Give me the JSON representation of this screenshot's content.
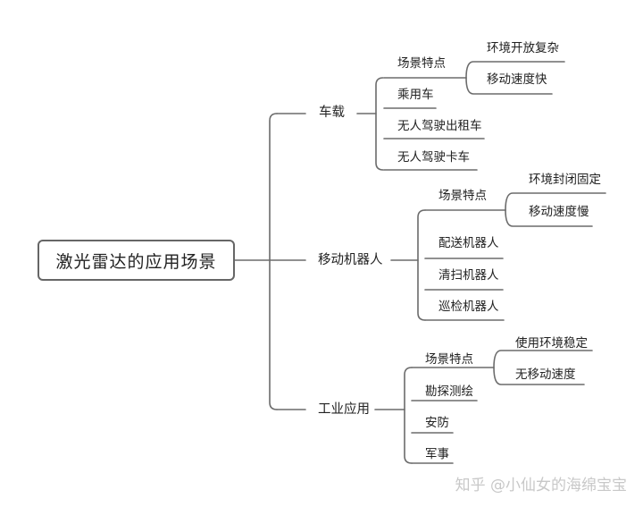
{
  "root": "激光雷达的应用场景",
  "branches": [
    {
      "label": "车载",
      "children": [
        {
          "label": "场景特点",
          "children": [
            "环境开放复杂",
            "移动速度快"
          ]
        },
        {
          "label": "乘用车"
        },
        {
          "label": "无人驾驶出租车"
        },
        {
          "label": "无人驾驶卡车"
        }
      ]
    },
    {
      "label": "移动机器人",
      "children": [
        {
          "label": "场景特点",
          "children": [
            "环境封闭固定",
            "移动速度慢"
          ]
        },
        {
          "label": "配送机器人"
        },
        {
          "label": "清扫机器人"
        },
        {
          "label": "巡检机器人"
        }
      ]
    },
    {
      "label": "工业应用",
      "children": [
        {
          "label": "场景特点",
          "children": [
            "使用环境稳定",
            "无移动速度"
          ]
        },
        {
          "label": "勘探测绘"
        },
        {
          "label": "安防"
        },
        {
          "label": "军事"
        }
      ]
    }
  ],
  "watermark": "知乎 @小仙女的海绵宝宝",
  "colors": {
    "line": "#6b6b6b",
    "text": "#222222",
    "border": "#666666"
  }
}
